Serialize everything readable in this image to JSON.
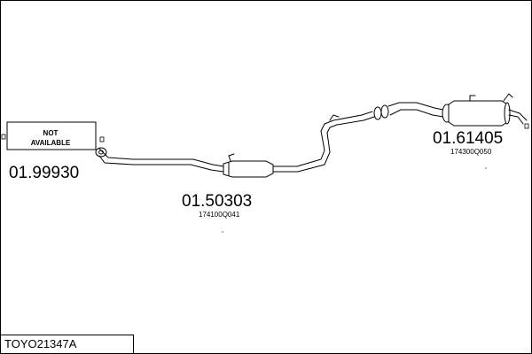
{
  "diagram": {
    "reference": "TOYO21347A",
    "placeholder": {
      "line1": "NOT",
      "line2": "AVAILABLE"
    },
    "parts": [
      {
        "number": "01.99930",
        "code": ""
      },
      {
        "number": "01.50303",
        "code": "174100Q041"
      },
      {
        "number": "01.61405",
        "code": "174300Q050"
      }
    ]
  }
}
